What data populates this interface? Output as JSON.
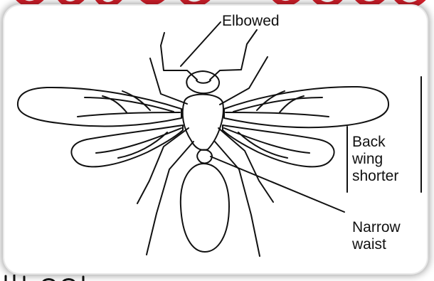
{
  "labels": {
    "elbowed": "Elbowed",
    "back_wing_line1": "Back",
    "back_wing_line2": "wing",
    "back_wing_line3": "shorter",
    "narrow_line1": "Narrow",
    "narrow_line2": "waist"
  },
  "colors": {
    "red_text_fragment": "#d11f2a",
    "line": "#111111"
  }
}
